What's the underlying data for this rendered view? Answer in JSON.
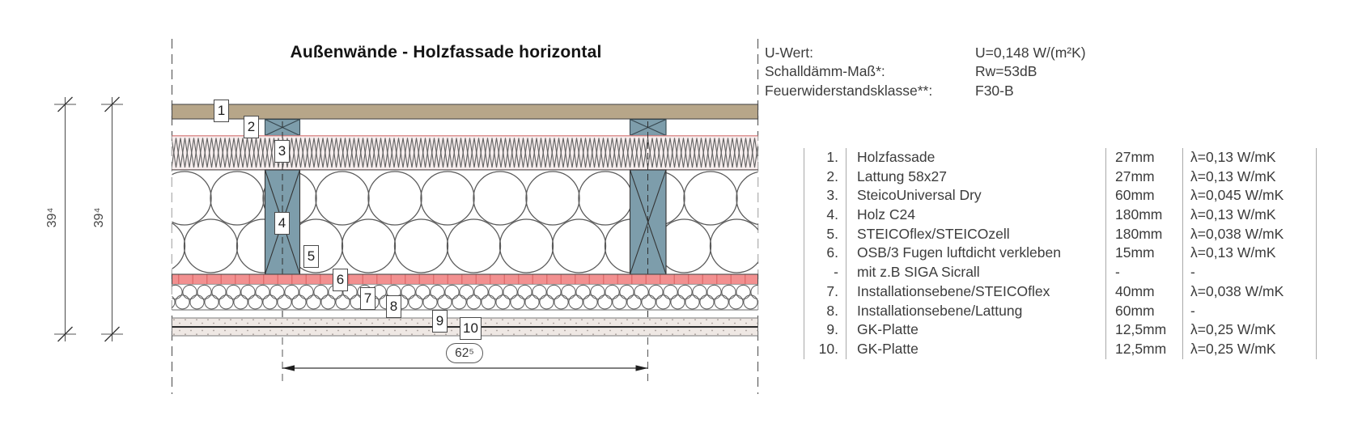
{
  "title": "Außenwände - Holzfassade horizontal",
  "info": {
    "rows": [
      {
        "label": "U-Wert:",
        "value": "U=0,148 W/(m²K)"
      },
      {
        "label": "Schalldämm-Maß*:",
        "value": "Rw=53dB"
      },
      {
        "label": "Feuerwiderstandsklasse**:",
        "value": "F30-B"
      }
    ]
  },
  "materials": {
    "rows": [
      {
        "no": "1.",
        "name": "Holzfassade",
        "size": "27mm",
        "lambda": "λ=0,13 W/mK"
      },
      {
        "no": "2.",
        "name": "Lattung 58x27",
        "size": "27mm",
        "lambda": "λ=0,13 W/mK"
      },
      {
        "no": "3.",
        "name": "SteicoUniversal Dry",
        "size": "60mm",
        "lambda": "λ=0,045 W/mK"
      },
      {
        "no": "4.",
        "name": "Holz C24",
        "size": "180mm",
        "lambda": "λ=0,13 W/mK"
      },
      {
        "no": "5.",
        "name": "STEICOflex/STEICOzell",
        "size": "180mm",
        "lambda": "λ=0,038 W/mK"
      },
      {
        "no": "6.",
        "name": "OSB/3 Fugen luftdicht verkleben",
        "size": "15mm",
        "lambda": "λ=0,13 W/mK"
      },
      {
        "no": "-",
        "name": "mit z.B SIGA Sicrall",
        "size": "-",
        "lambda": "-"
      },
      {
        "no": "7.",
        "name": "Installationsebene/STEICOflex",
        "size": "40mm",
        "lambda": "λ=0,038 W/mK"
      },
      {
        "no": "8.",
        "name": "Installationsebene/Lattung",
        "size": "60mm",
        "lambda": "-"
      },
      {
        "no": "9.",
        "name": "GK-Platte",
        "size": "12,5mm",
        "lambda": "λ=0,25 W/mK"
      },
      {
        "no": "10.",
        "name": "GK-Platte",
        "size": "12,5mm",
        "lambda": "λ=0,25 W/mK"
      }
    ]
  },
  "dimensions": {
    "wall_height_outer": "39⁴",
    "wall_height_inner": "39⁴",
    "stud_spacing": "62⁵"
  },
  "labels": [
    "1",
    "2",
    "3",
    "4",
    "5",
    "6",
    "7",
    "8",
    "9",
    "10"
  ],
  "colors": {
    "facade_tan": "#b7a689",
    "wood_stud_blue": "#7d9dab",
    "fiberboard_pink": "#f7eeee",
    "osb_red": "#f29090",
    "gk_beige": "#efe8e4",
    "line_dark": "#3c3c3c"
  }
}
